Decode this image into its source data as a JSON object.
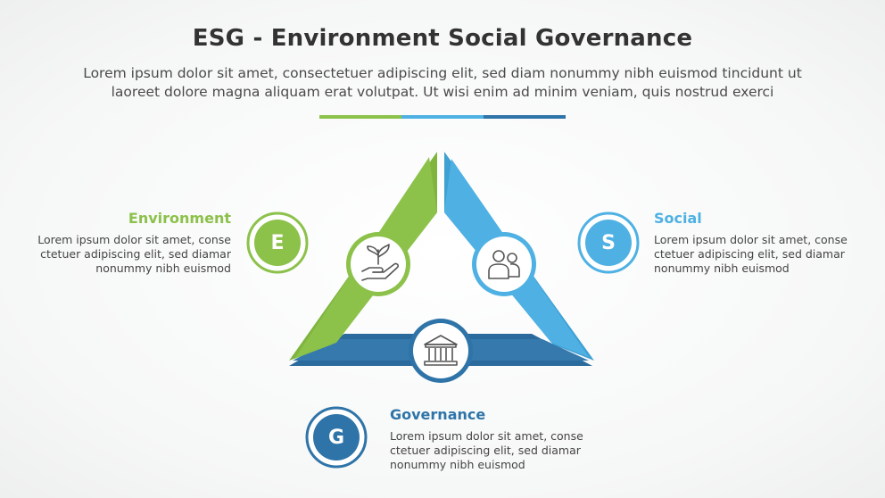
{
  "header": {
    "title": "ESG - Environment Social Governance",
    "subtitle_line1": "Lorem ipsum dolor sit amet, consectetuer adipiscing elit, sed diam nonummy nibh euismod tincidunt ut",
    "subtitle_line2": "laoreet dolore magna aliquam erat volutpat. Ut wisi enim ad minim veniam, quis nostrud exerci"
  },
  "colors": {
    "environment": "#8cc14a",
    "social": "#4fb1e3",
    "governance": "#2f74a8"
  },
  "sections": {
    "environment": {
      "title": "Environment",
      "letter": "E",
      "line1": "Lorem ipsum dolor sit amet, conse",
      "line2": "ctetuer adipiscing elit, sed diamar",
      "line3": "nonummy nibh euismod",
      "icon": "hand-plant-icon"
    },
    "social": {
      "title": "Social",
      "letter": "S",
      "line1": "Lorem ipsum dolor sit amet, conse",
      "line2": "ctetuer adipiscing elit, sed diamar",
      "line3": "nonummy nibh euismod",
      "icon": "people-icon"
    },
    "governance": {
      "title": "Governance",
      "letter": "G",
      "line1": "Lorem ipsum dolor sit amet, conse",
      "line2": "ctetuer adipiscing elit, sed diamar",
      "line3": "nonummy nibh euismod",
      "icon": "bank-building-icon"
    }
  }
}
